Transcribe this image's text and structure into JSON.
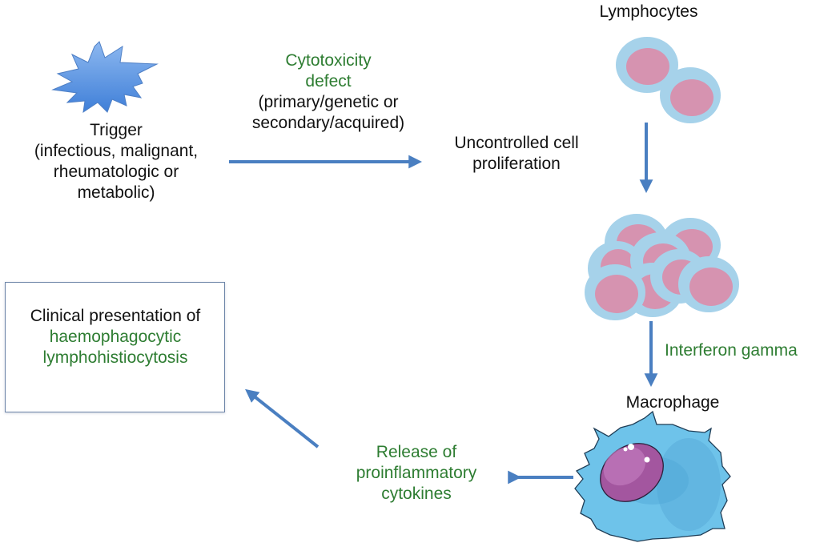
{
  "colors": {
    "arrow": "#4a7fc1",
    "green_text": "#2e7d32",
    "cell_outer": "#a6d2ea",
    "cell_nucleus": "#d693b0",
    "macrophage_body": "#6ec3ea",
    "macrophage_nucleus": "#a3569f",
    "starburst": "#5b93df"
  },
  "nodes": {
    "trigger": {
      "icon": "starburst-icon",
      "title": "Trigger",
      "lines": [
        "(infectious, malignant,",
        "rheumatologic or",
        "metabolic)"
      ]
    },
    "cytotoxicity": {
      "highlight_lines": [
        "Cytotoxicity",
        "defect"
      ],
      "lines": [
        "(primary/genetic or",
        "secondary/acquired)"
      ]
    },
    "proliferation": {
      "lines": [
        "Uncontrolled cell",
        "proliferation"
      ]
    },
    "lymphocytes": {
      "label": "Lymphocytes",
      "icon": "lymphocyte-pair-icon"
    },
    "lymphocyte_cluster": {
      "icon": "lymphocyte-cluster-icon"
    },
    "interferon": {
      "label": "Interferon gamma"
    },
    "macrophage": {
      "label": "Macrophage",
      "icon": "macrophage-icon"
    },
    "cytokines": {
      "lines": [
        "Release of",
        "proinflammatory",
        "cytokines"
      ]
    },
    "clinical": {
      "line1": "Clinical presentation of",
      "highlight_lines": [
        "haemophagocytic",
        "lymphohistiocytosis"
      ]
    }
  },
  "edges": [
    {
      "from": "trigger",
      "to": "proliferation"
    },
    {
      "from": "lymphocytes",
      "to": "lymphocyte_cluster"
    },
    {
      "from": "lymphocyte_cluster",
      "to": "macrophage",
      "label": "Interferon gamma"
    },
    {
      "from": "macrophage",
      "to": "cytokines"
    },
    {
      "from": "cytokines",
      "to": "clinical"
    }
  ]
}
